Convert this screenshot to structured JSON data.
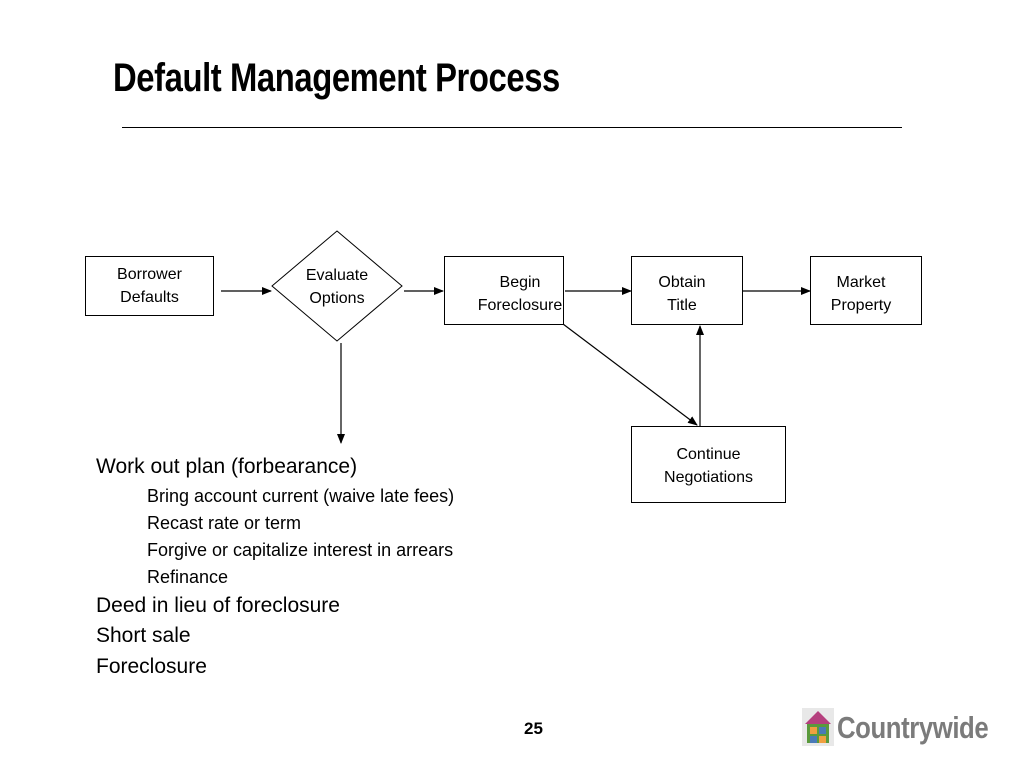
{
  "slide": {
    "title": "Default Management Process",
    "page_number": "25"
  },
  "diagram": {
    "nodes": {
      "borrower_defaults": "Borrower\nDefaults",
      "evaluate_options": "Evaluate\nOptions",
      "begin_foreclosure": "Begin\nForeclosure",
      "obtain_title": "Obtain\nTitle",
      "market_property": "Market\nProperty",
      "continue_negotiations": "Continue\nNegotiations"
    }
  },
  "options": {
    "workout": "Work out plan (forbearance)",
    "workout_items": [
      "Bring account current (waive late fees)",
      "Recast rate or term",
      "Forgive or capitalize interest in arrears",
      "Refinance"
    ],
    "deed_in_lieu": "Deed in lieu of foreclosure",
    "short_sale": "Short sale",
    "foreclosure": "Foreclosure"
  },
  "logo": {
    "text": "Countrywide",
    "icon": "house-icon"
  },
  "colors": {
    "line": "#000000",
    "logo_text": "#7b7b7b",
    "logo_roof": "#b5407e",
    "logo_green": "#5a9a3c",
    "logo_orange": "#f0a040",
    "logo_blue": "#4a7ab8"
  }
}
